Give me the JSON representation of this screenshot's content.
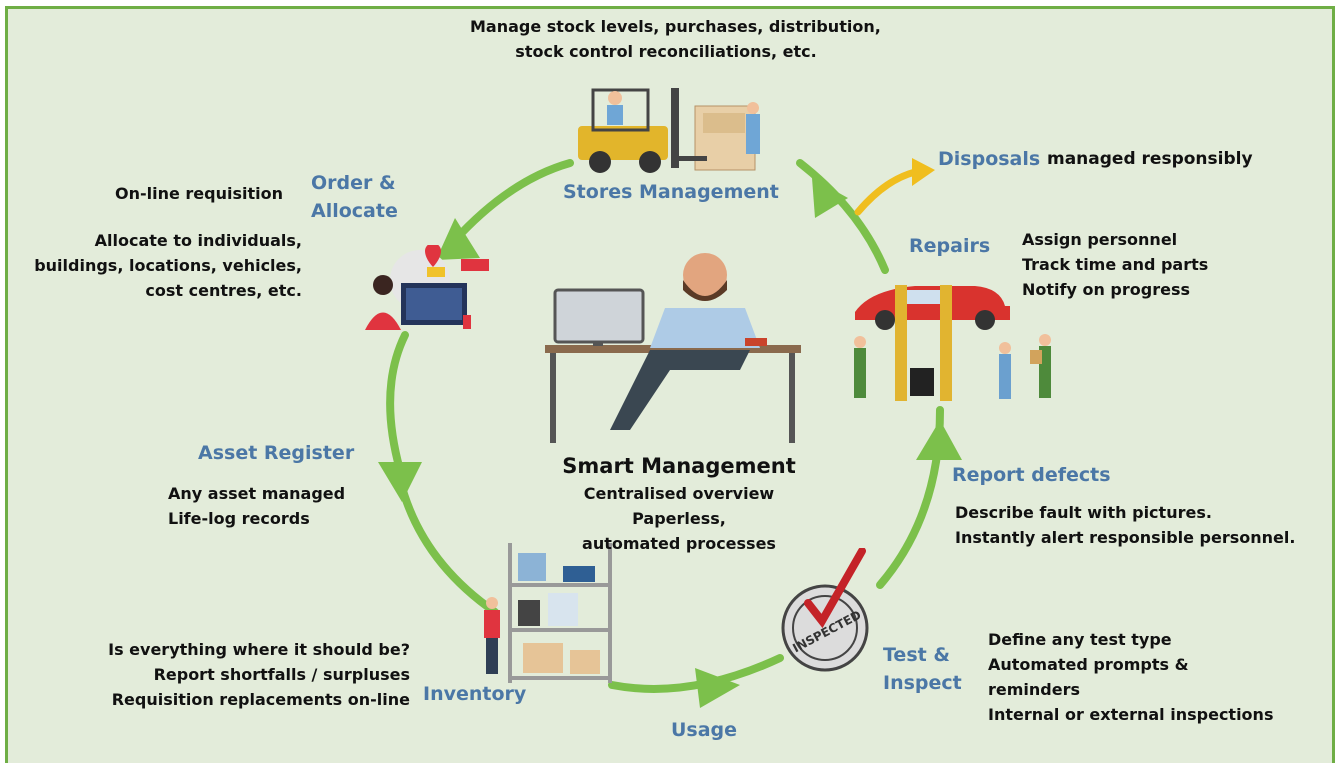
{
  "colors": {
    "cycle_green": "#7cc04b",
    "heading_blue": "#4b77a6",
    "disposal_yellow": "#f0be1e",
    "background": "#e3ecda",
    "border_green": "#6fae45"
  },
  "icons": [
    "forklift-warehouse-icon",
    "dispatcher-computer-icon",
    "car-lift-repair-icon",
    "office-worker-desk-icon",
    "warehouse-shelves-icon",
    "inspected-stamp-icon"
  ],
  "stores": {
    "description": [
      "Manage stock levels, purchases, distribution,",
      "stock control reconciliations, etc."
    ],
    "title": "Stores Management"
  },
  "disposals": {
    "title": "Disposals",
    "text": "managed responsibly"
  },
  "order": {
    "title": [
      "Order &",
      "Allocate"
    ],
    "requisition": "On-line requisition",
    "allocate": [
      "Allocate to individuals,",
      "buildings, locations, vehicles,",
      "cost centres, etc."
    ]
  },
  "repairs": {
    "title": "Repairs",
    "items": [
      "Assign personnel",
      "Track time and parts",
      "Notify on progress"
    ]
  },
  "center": {
    "title": "Smart Management",
    "lines": [
      "Centralised overview",
      "Paperless,",
      "automated processes"
    ]
  },
  "asset": {
    "title": "Asset Register",
    "items": [
      "Any asset managed",
      "Life-log records"
    ]
  },
  "defects": {
    "title": "Report defects",
    "items": [
      "Describe fault with pictures.",
      "Instantly alert responsible personnel."
    ]
  },
  "inventory": {
    "title": "Inventory",
    "items": [
      "Is everything where it should be?",
      "Report shortfalls / surpluses",
      "Requisition replacements on-line"
    ]
  },
  "test": {
    "title": [
      "Test &",
      "Inspect"
    ],
    "items": [
      "Define any test type",
      "Automated prompts &",
      "reminders",
      "Internal or external inspections"
    ],
    "stamp_word": "INSPECTED"
  },
  "usage": {
    "title": "Usage"
  }
}
